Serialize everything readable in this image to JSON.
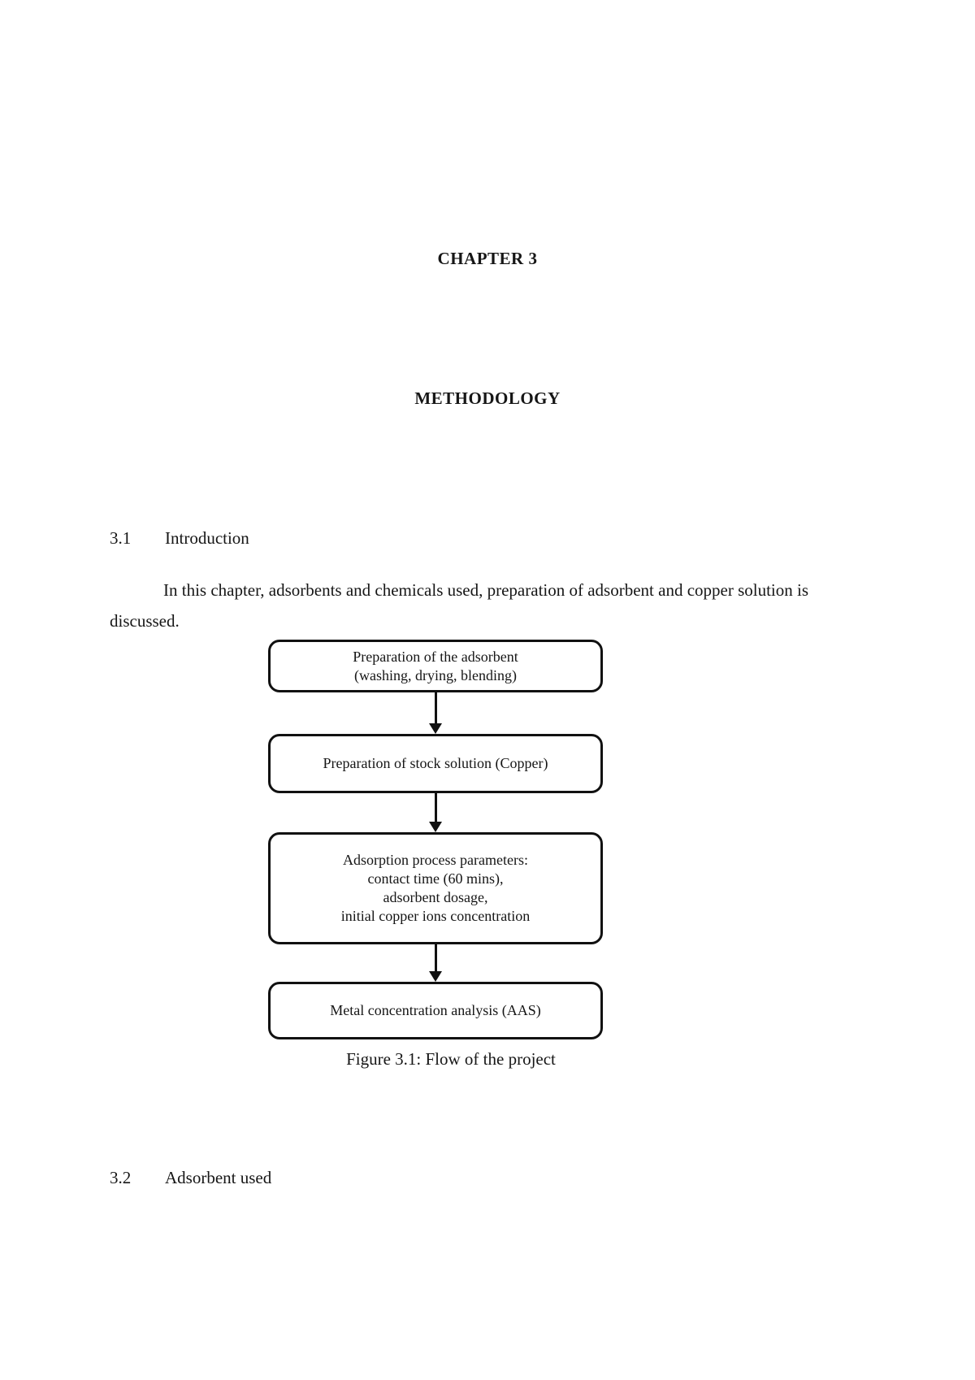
{
  "document": {
    "chapter_heading": "CHAPTER 3",
    "title": "METHODOLOGY",
    "sections": [
      {
        "number": "3.1",
        "title": "Introduction"
      },
      {
        "number": "3.2",
        "title": "Adsorbent used"
      }
    ],
    "intro_paragraph": "In this chapter, adsorbents and chemicals used, preparation of adsorbent and copper solution is discussed.",
    "figure": {
      "caption": "Figure 3.1: Flow of the project",
      "flowchart_steps": [
        "Preparation of the adsorbent\n(washing, drying, blending)",
        "Preparation of stock solution (Copper)",
        "Adsorption process parameters:\ncontact time (60 mins),\nadsorbent dosage,\ninitial copper ions concentration",
        "Metal concentration analysis (AAS)"
      ]
    }
  }
}
